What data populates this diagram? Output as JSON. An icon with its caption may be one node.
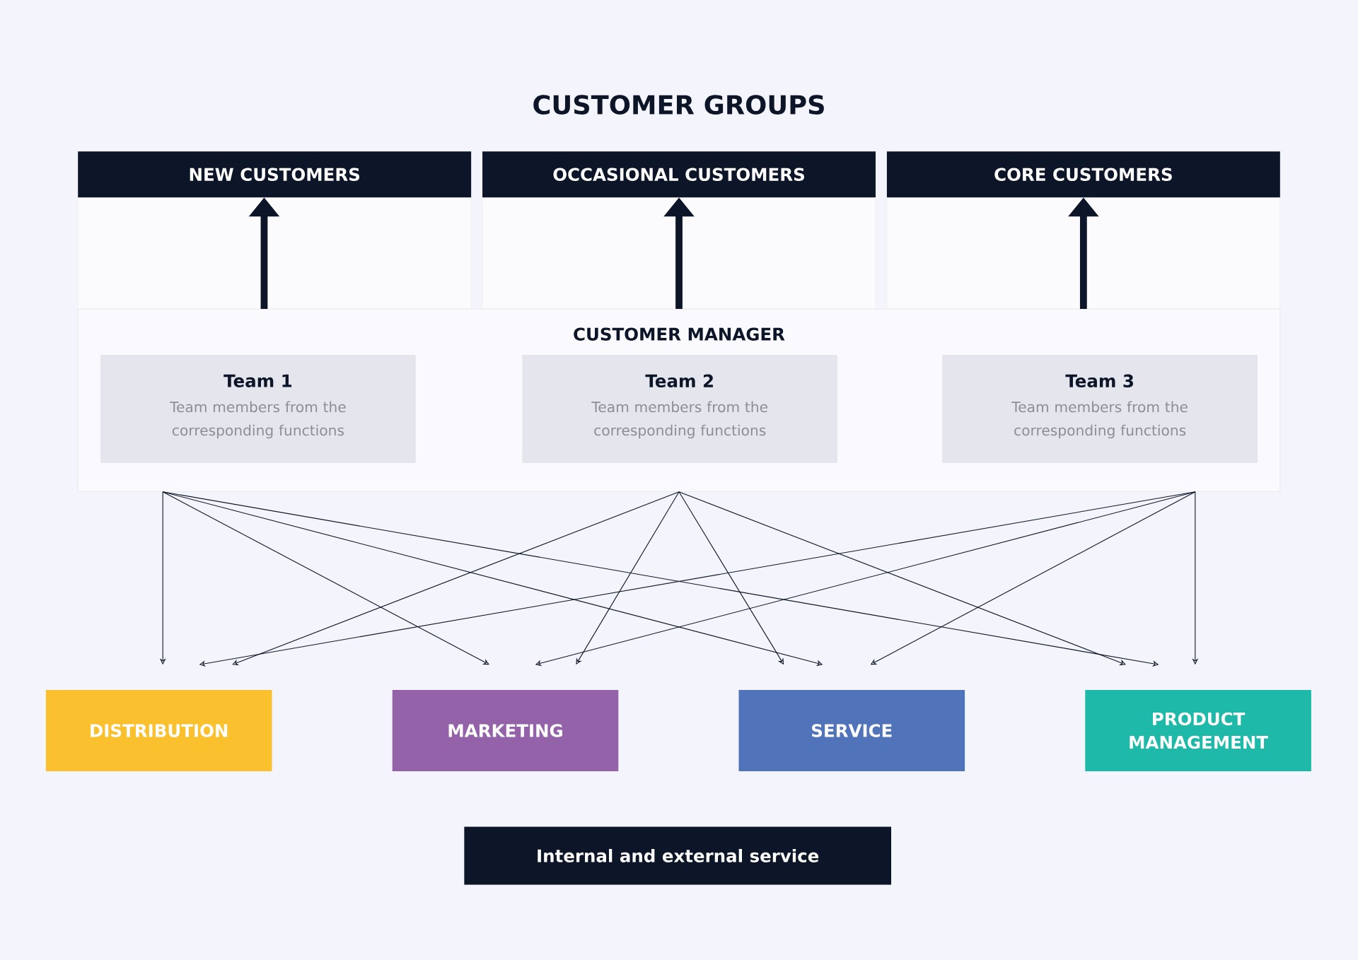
{
  "diagram": {
    "title": "CUSTOMER GROUPS",
    "nodes": [
      {
        "text": [
          "NEW CUSTOMERS"
        ]
      },
      {
        "text": [
          "OCCASIONAL CUSTOMERS"
        ]
      },
      {
        "text": [
          "CORE CUSTOMERS"
        ]
      },
      {
        "text": [
          "CUSTOMER MANAGER"
        ]
      },
      {
        "text": [
          "Team 1",
          "Team members from the corresponding functions"
        ],
        "in": 3
      },
      {
        "text": [
          "Team 2",
          "Team members from the corresponding functions"
        ],
        "in": 3
      },
      {
        "text": [
          "Team 3",
          "Team members from the corresponding functions"
        ],
        "in": 3
      },
      {
        "text": [
          "DISTRIBUTION"
        ]
      },
      {
        "text": [
          "MARKETING"
        ]
      },
      {
        "text": [
          "SERVICE"
        ]
      },
      {
        "text": [
          "PRODUCT MANAGEMENT"
        ]
      },
      {
        "text": [
          "Internal and external service"
        ]
      }
    ],
    "edges": [
      {
        "from": 3,
        "to": 0,
        "arrow": "to",
        "style": "thick"
      },
      {
        "from": 3,
        "to": 1,
        "arrow": "to",
        "style": "thick"
      },
      {
        "from": 3,
        "to": 2,
        "arrow": "to",
        "style": "thick"
      },
      {
        "from": 4,
        "to": 7,
        "arrow": "to"
      },
      {
        "from": 4,
        "to": 8,
        "arrow": "to"
      },
      {
        "from": 4,
        "to": 9,
        "arrow": "to"
      },
      {
        "from": 4,
        "to": 10,
        "arrow": "to"
      },
      {
        "from": 5,
        "to": 7,
        "arrow": "to"
      },
      {
        "from": 5,
        "to": 8,
        "arrow": "to"
      },
      {
        "from": 5,
        "to": 9,
        "arrow": "to"
      },
      {
        "from": 5,
        "to": 10,
        "arrow": "to"
      },
      {
        "from": 6,
        "to": 7,
        "arrow": "to"
      },
      {
        "from": 6,
        "to": 8,
        "arrow": "to"
      },
      {
        "from": 6,
        "to": 9,
        "arrow": "to"
      },
      {
        "from": 6,
        "to": 10,
        "arrow": "to"
      }
    ]
  }
}
